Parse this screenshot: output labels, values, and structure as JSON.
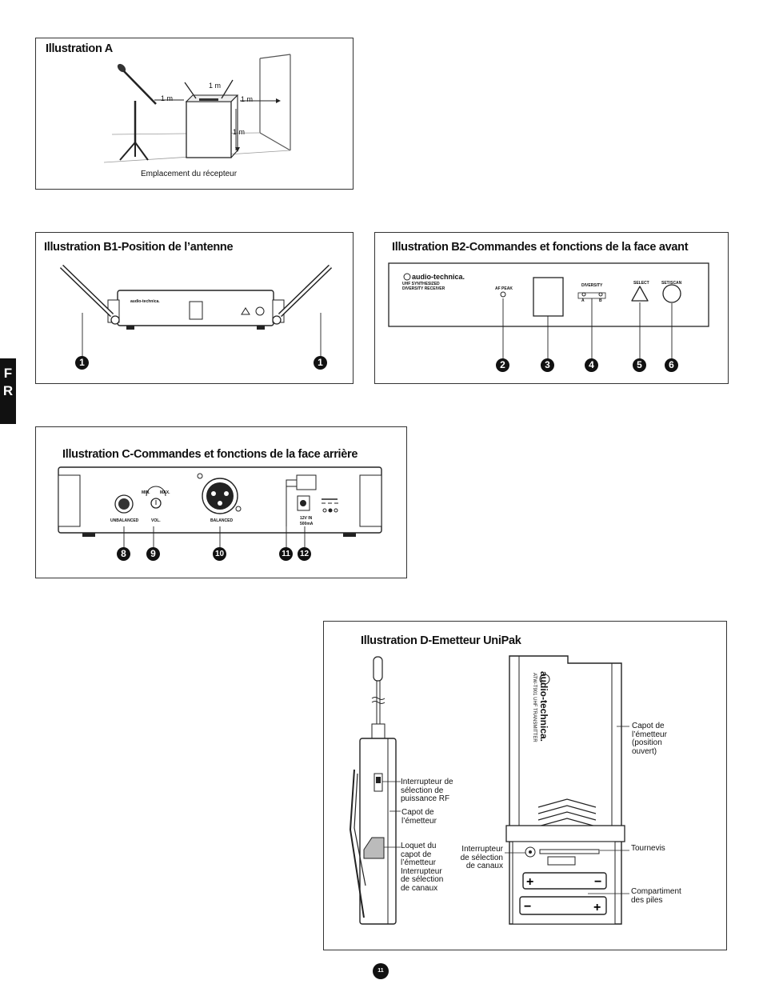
{
  "side_tab": {
    "letters": [
      "F",
      "R"
    ]
  },
  "ill_a": {
    "title": "Illustration A",
    "caption": "Emplacement du récepteur",
    "dim_top": "1 m",
    "dim_left": "1 m",
    "dim_right": "1 m",
    "dim_down": "1 m"
  },
  "ill_b1": {
    "title": "Illustration B1-Position de l’antenne",
    "callouts": [
      "1",
      "1"
    ],
    "brand": "audio-technica."
  },
  "ill_b2": {
    "title": "Illustration B2-Commandes et fonctions de la face avant",
    "brand": "audio-technica.",
    "model_line1": "UHF SYNTHESIZED",
    "model_line2": "DIVERSITY RECEIVER",
    "af_peak": "AF PEAK",
    "diversity": "DIVERSITY",
    "div_a": "A",
    "div_b": "B",
    "select": "SELECT",
    "set_scan": "SET/SCAN",
    "callouts": [
      "2",
      "3",
      "4",
      "5",
      "6"
    ]
  },
  "ill_c": {
    "title": "Illustration C-Commandes et fonctions de la face arrière",
    "unbalanced": "UNBALANCED",
    "min": "MIN.",
    "max": "MAX.",
    "vol": "VOL.",
    "balanced": "BALANCED",
    "power1": "12V  IN",
    "power2": "500mA",
    "callouts": [
      "8",
      "9",
      "10",
      "11",
      "12"
    ]
  },
  "ill_d": {
    "title": "Illustration D-Emetteur UniPak",
    "brand": "audio-technica.",
    "model": "ATW-T901 UHF TRANSMITTER",
    "labels": {
      "rf_switch": "Interrupteur de sélection de puissance RF",
      "cover": "Capot de l’émetteur",
      "latch": "Loquet du capot de l’émetteur Interrupteur de sélection de canaux",
      "ch_switch": "Interrupteur de sélection de canaux",
      "cover_open": "Capot de l’émetteur (position ouvert)",
      "screwdriver": "Tournevis",
      "battery": "Compartiment des piles"
    }
  },
  "page_number": "11"
}
